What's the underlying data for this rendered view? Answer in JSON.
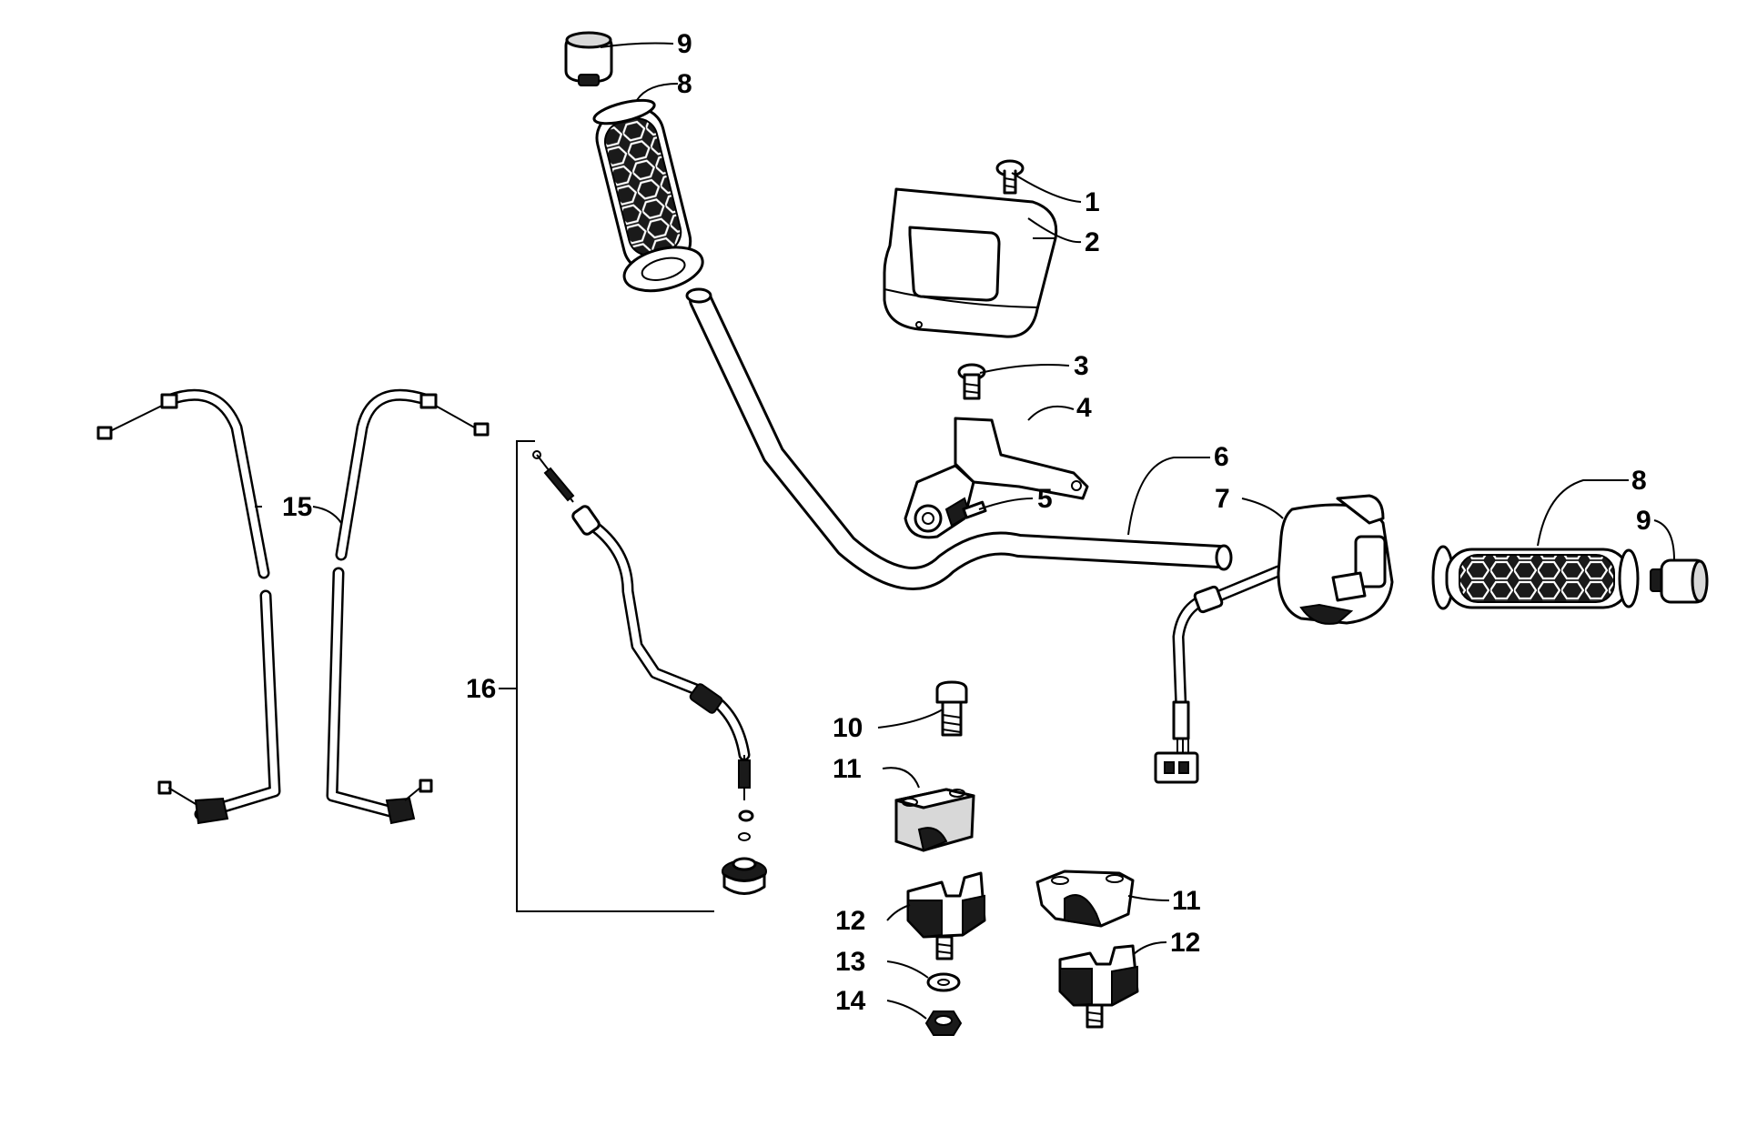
{
  "callouts": [
    {
      "id": "c1",
      "label": "1"
    },
    {
      "id": "c2",
      "label": "2"
    },
    {
      "id": "c3",
      "label": "3"
    },
    {
      "id": "c4",
      "label": "4"
    },
    {
      "id": "c5",
      "label": "5"
    },
    {
      "id": "c6",
      "label": "6"
    },
    {
      "id": "c7",
      "label": "7"
    },
    {
      "id": "c8a",
      "label": "8"
    },
    {
      "id": "c8b",
      "label": "8"
    },
    {
      "id": "c9a",
      "label": "9"
    },
    {
      "id": "c9b",
      "label": "9"
    },
    {
      "id": "c10",
      "label": "10"
    },
    {
      "id": "c11a",
      "label": "11"
    },
    {
      "id": "c11b",
      "label": "11"
    },
    {
      "id": "c12a",
      "label": "12"
    },
    {
      "id": "c12b",
      "label": "12"
    },
    {
      "id": "c13",
      "label": "13"
    },
    {
      "id": "c14",
      "label": "14"
    },
    {
      "id": "c15",
      "label": "15"
    },
    {
      "id": "c16",
      "label": "16"
    }
  ]
}
